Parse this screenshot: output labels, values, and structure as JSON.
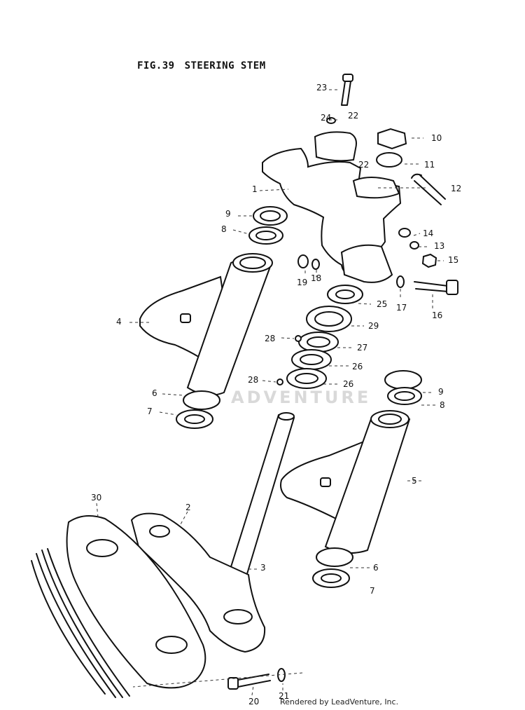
{
  "figure": {
    "number": "FIG.39",
    "title": "STEERING STEM"
  },
  "watermark": "ADVENTURE",
  "footer": "Rendered by LeadVenture, Inc.",
  "callouts": [
    {
      "id": "23",
      "text": "23"
    },
    {
      "id": "24",
      "text": "24"
    },
    {
      "id": "22a",
      "text": "22"
    },
    {
      "id": "10",
      "text": "10"
    },
    {
      "id": "11",
      "text": "11"
    },
    {
      "id": "22b",
      "text": "22"
    },
    {
      "id": "12",
      "text": "12"
    },
    {
      "id": "1",
      "text": "1"
    },
    {
      "id": "9a",
      "text": "9"
    },
    {
      "id": "8a",
      "text": "8"
    },
    {
      "id": "14",
      "text": "14"
    },
    {
      "id": "13",
      "text": "13"
    },
    {
      "id": "15",
      "text": "15"
    },
    {
      "id": "19",
      "text": "19"
    },
    {
      "id": "18",
      "text": "18"
    },
    {
      "id": "17",
      "text": "17"
    },
    {
      "id": "16",
      "text": "16"
    },
    {
      "id": "25",
      "text": "25"
    },
    {
      "id": "4",
      "text": "4"
    },
    {
      "id": "29",
      "text": "29"
    },
    {
      "id": "28a",
      "text": "28"
    },
    {
      "id": "27",
      "text": "27"
    },
    {
      "id": "26a",
      "text": "26"
    },
    {
      "id": "28b",
      "text": "28"
    },
    {
      "id": "26b",
      "text": "26"
    },
    {
      "id": "6a",
      "text": "6"
    },
    {
      "id": "7a",
      "text": "7"
    },
    {
      "id": "9b",
      "text": "9"
    },
    {
      "id": "8b",
      "text": "8"
    },
    {
      "id": "5",
      "text": "5"
    },
    {
      "id": "30",
      "text": "30"
    },
    {
      "id": "2",
      "text": "2"
    },
    {
      "id": "3",
      "text": "3"
    },
    {
      "id": "6b",
      "text": "6"
    },
    {
      "id": "7b",
      "text": "7"
    },
    {
      "id": "20",
      "text": "20"
    },
    {
      "id": "21",
      "text": "21"
    }
  ]
}
